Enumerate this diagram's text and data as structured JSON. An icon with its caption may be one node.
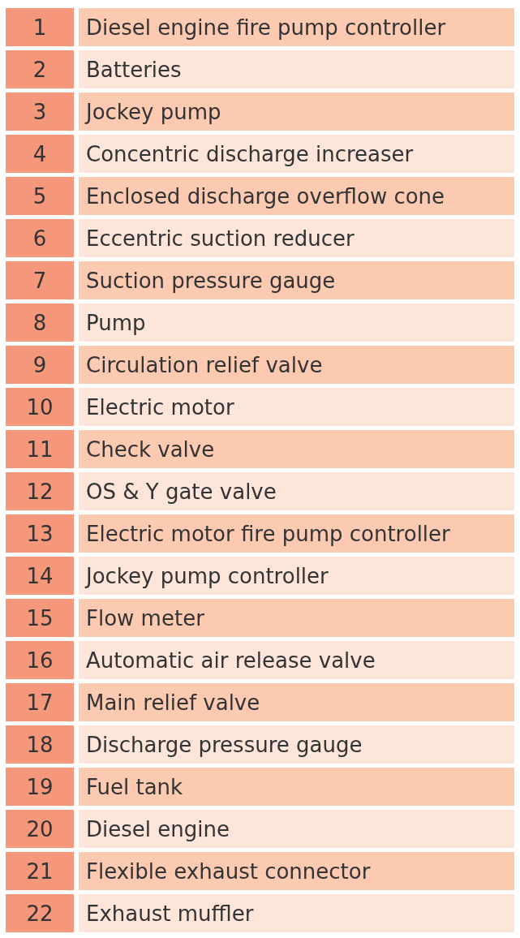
{
  "diagram": {
    "labels": [
      "1",
      "Diesel engine fire pump controller",
      "2",
      "Batteries",
      "3",
      "Jockey pump",
      "4",
      "Concentric discharge increaser",
      "5",
      "Enclosed discharge overflow cone",
      "6",
      "Eccentric suction reducer",
      "7",
      "Suction pressure gauge",
      "8",
      "Pump",
      "9",
      "Circulation relief valve",
      "10",
      "Electric motor",
      "11",
      "Check valve",
      "12",
      "OS & Y gate valve",
      "13",
      "Electric motor fire pump controller",
      "14",
      "Jockey pump controller",
      "15",
      "Flow meter",
      "16",
      "Automatic air release valve",
      "17",
      "Main relief valve",
      "18",
      "Discharge pressure gauge",
      "19",
      "Fuel tank",
      "20",
      "Diesel engine",
      "21",
      "Flexible exhaust connector",
      "22",
      "Exhaust muffler"
    ]
  }
}
